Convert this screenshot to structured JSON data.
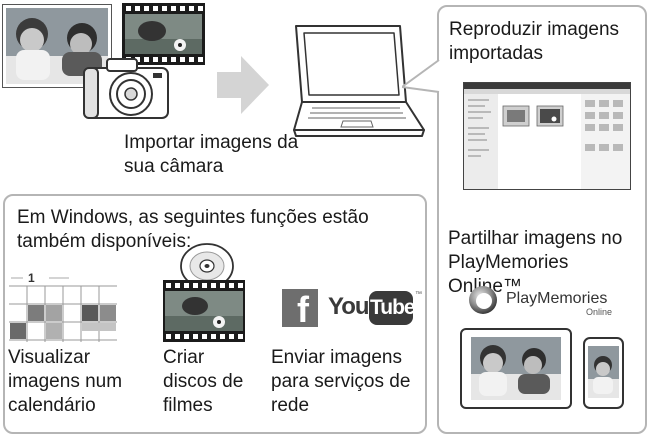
{
  "import": {
    "line1": "Importar imagens da",
    "line2": "sua câmara"
  },
  "right_panel": {
    "play_line1": "Reproduzir imagens",
    "play_line2": "importadas",
    "share_line1": "Partilhar imagens no",
    "share_line2": "PlayMemories Online™",
    "logo_text": "PlayMemories",
    "logo_sub": "Online"
  },
  "windows_panel": {
    "heading_line1": "Em Windows, as seguintes funções estão",
    "heading_line2": "também disponíveis:",
    "features": [
      {
        "line1": "Visualizar",
        "line2": "imagens num",
        "line3": "calendário"
      },
      {
        "line1": "Criar",
        "line2": "discos de",
        "line3": "filmes"
      },
      {
        "line1": "Enviar imagens",
        "line2": "para serviços de",
        "line3": "rede"
      }
    ],
    "social": {
      "facebook": "f",
      "you": "You",
      "tube": "Tube",
      "tm": "™"
    },
    "calendar_day": "1"
  },
  "colors": {
    "border": "#b5b5b5",
    "arrow": "#d4d4d4",
    "facebook_gray": "#6e6e6e",
    "youtube_dark": "#3a3a3a"
  }
}
